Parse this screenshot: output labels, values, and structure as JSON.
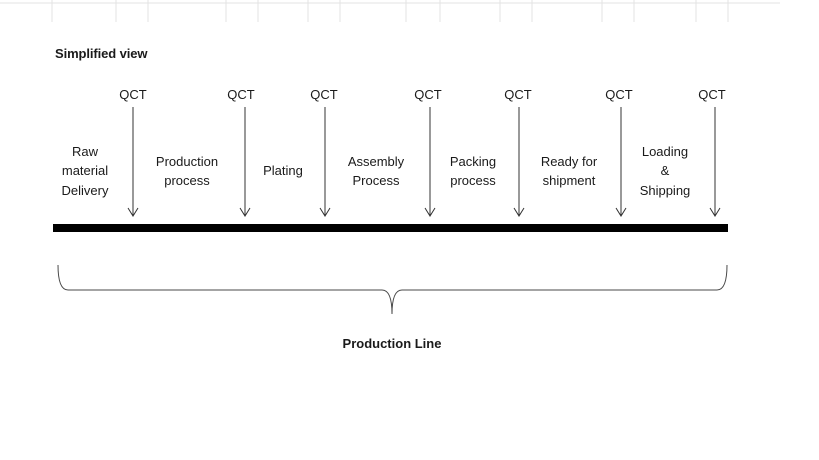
{
  "title": "Simplified view",
  "checkpoints": [
    {
      "label": "QCT"
    },
    {
      "label": "QCT"
    },
    {
      "label": "QCT"
    },
    {
      "label": "QCT"
    },
    {
      "label": "QCT"
    },
    {
      "label": "QCT"
    },
    {
      "label": "QCT"
    }
  ],
  "stages": [
    {
      "label": "Raw\nmaterial\nDelivery"
    },
    {
      "label": "Production\nprocess"
    },
    {
      "label": "Plating"
    },
    {
      "label": "Assembly\nProcess"
    },
    {
      "label": "Packing\nprocess"
    },
    {
      "label": "Ready for\nshipment"
    },
    {
      "label": "Loading\n&\nShipping"
    }
  ],
  "footer": {
    "label": "Production Line"
  },
  "colors": {
    "line": "#000000",
    "gridline": "#d9d9d9"
  }
}
